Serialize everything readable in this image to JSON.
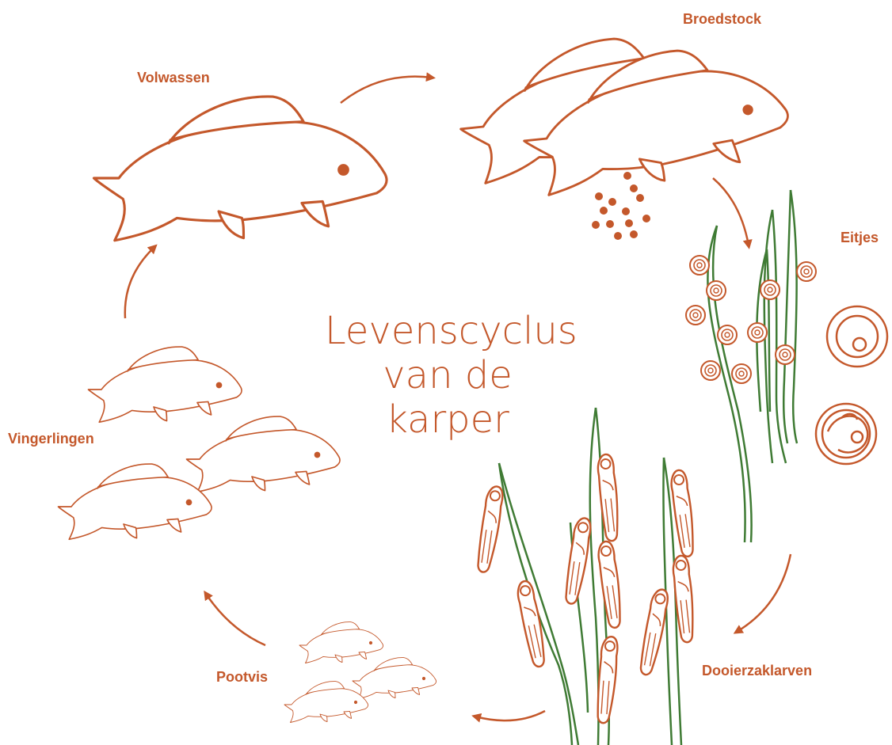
{
  "title_lines": [
    "Levenscyclus",
    "van de",
    "karper"
  ],
  "stages": {
    "adult": "Volwassen",
    "broodstock": "Broedstock",
    "eggs": "Eitjes",
    "yolk_sac_larvae": "Dooierzaklarven",
    "stocking_fish": "Pootvis",
    "fingerlings": "Vingerlingen"
  },
  "colors": {
    "fish_stroke": "#c4582b",
    "label": "#c4582b",
    "title": "#c4582b",
    "plant": "#3f7b34",
    "background": "#ffffff"
  }
}
